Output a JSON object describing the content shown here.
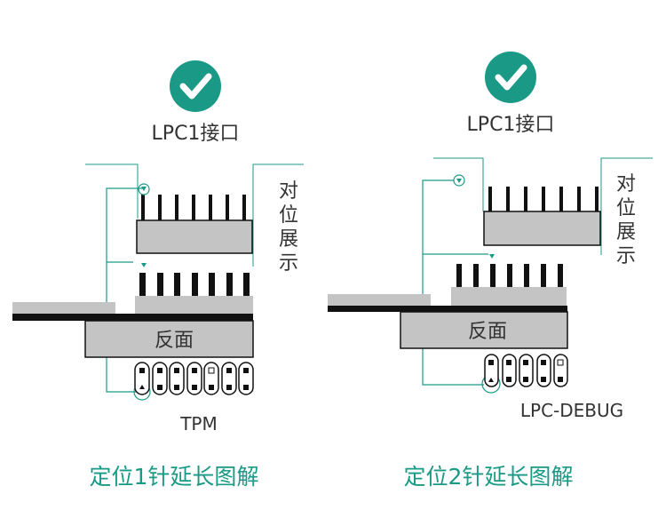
{
  "colors": {
    "accent": "#1a9a86",
    "text": "#333333",
    "gray": "#c4c4c4",
    "dark": "#111111"
  },
  "left": {
    "check_icon": "check-circle-icon",
    "connector_label": "LPC1接口",
    "side_label": "对位展示",
    "board_label": "反面",
    "header_label": "TPM",
    "caption": "定位1针延长图解"
  },
  "right": {
    "check_icon": "check-circle-icon",
    "connector_label": "LPC1接口",
    "side_label": "对位展示",
    "board_label": "反面",
    "header_label": "LPC-DEBUG",
    "caption": "定位2针延长图解"
  }
}
